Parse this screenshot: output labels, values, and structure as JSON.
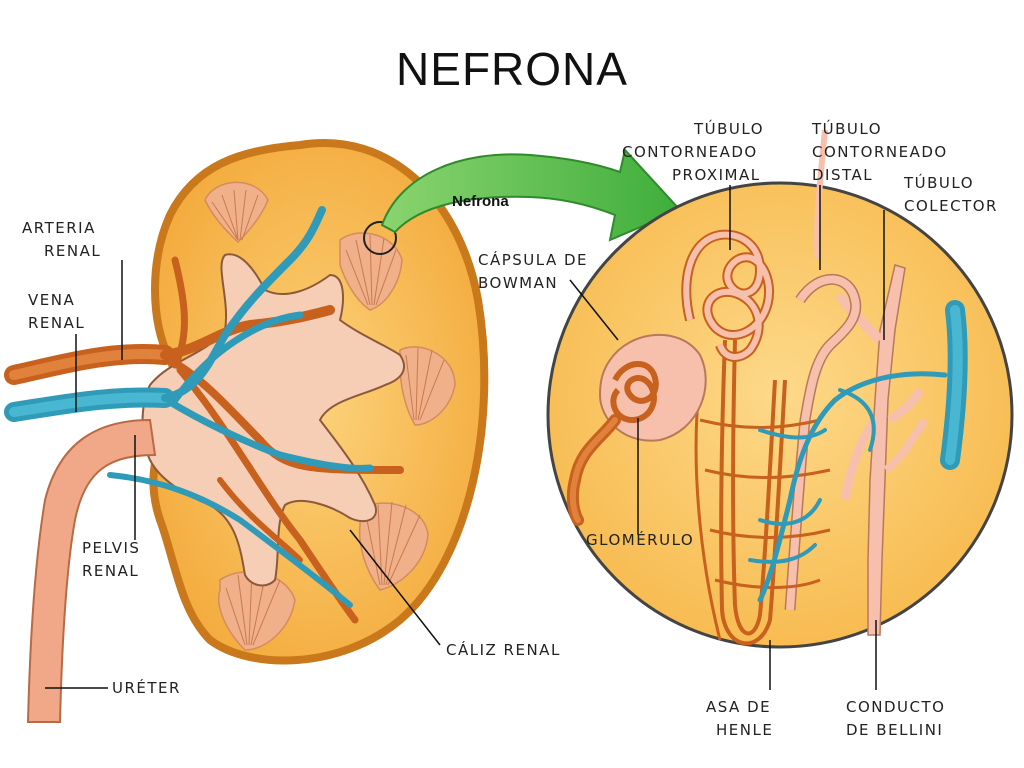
{
  "title": "NEFRONA",
  "labels": {
    "arteria_renal": [
      "ARTERIA",
      "RENAL"
    ],
    "vena_renal": [
      "VENA",
      "RENAL"
    ],
    "pelvis_renal": [
      "PELVIS",
      "RENAL"
    ],
    "ureter": "URÉTER",
    "caliz_renal": "CÁLIZ RENAL",
    "nefrona": "Nefrona",
    "capsula_bowman": [
      "CÁPSULA DE",
      "BOWMAN"
    ],
    "glomerulo": "GLOMÉRULO",
    "tubulo_proximal": [
      "TÚBULO",
      "CONTORNEADO",
      "PROXIMAL"
    ],
    "tubulo_distal": [
      "TÚBULO",
      "CONTORNEADO",
      "DISTAL"
    ],
    "tubulo_colector": [
      "TÚBULO",
      "COLECTOR"
    ],
    "asa_henle": [
      "ASA DE",
      "HENLE"
    ],
    "conducto_bellini": [
      "CONDUCTO",
      "DE BELLINI"
    ]
  },
  "colors": {
    "kidney_fill": "#f5b040",
    "kidney_border": "#c9781c",
    "pelvis_fill": "#f3c7b0",
    "artery": "#c8601e",
    "vein": "#2f9bb8",
    "ureter": "#e8a080",
    "arrow": "#5ec24a",
    "nephron_bg": "#fbc96a"
  }
}
